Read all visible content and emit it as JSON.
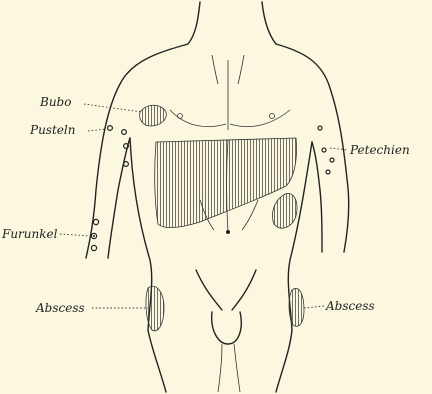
{
  "labels": {
    "bubo": "Bubo",
    "pusteln": "Pusteln",
    "furunkel": "Furunkel",
    "abscess_left": "Abscess",
    "abscess_right": "Abscess",
    "petechien": "Petechien"
  },
  "colors": {
    "paper": "#fbf8df",
    "ink": "#222222"
  }
}
